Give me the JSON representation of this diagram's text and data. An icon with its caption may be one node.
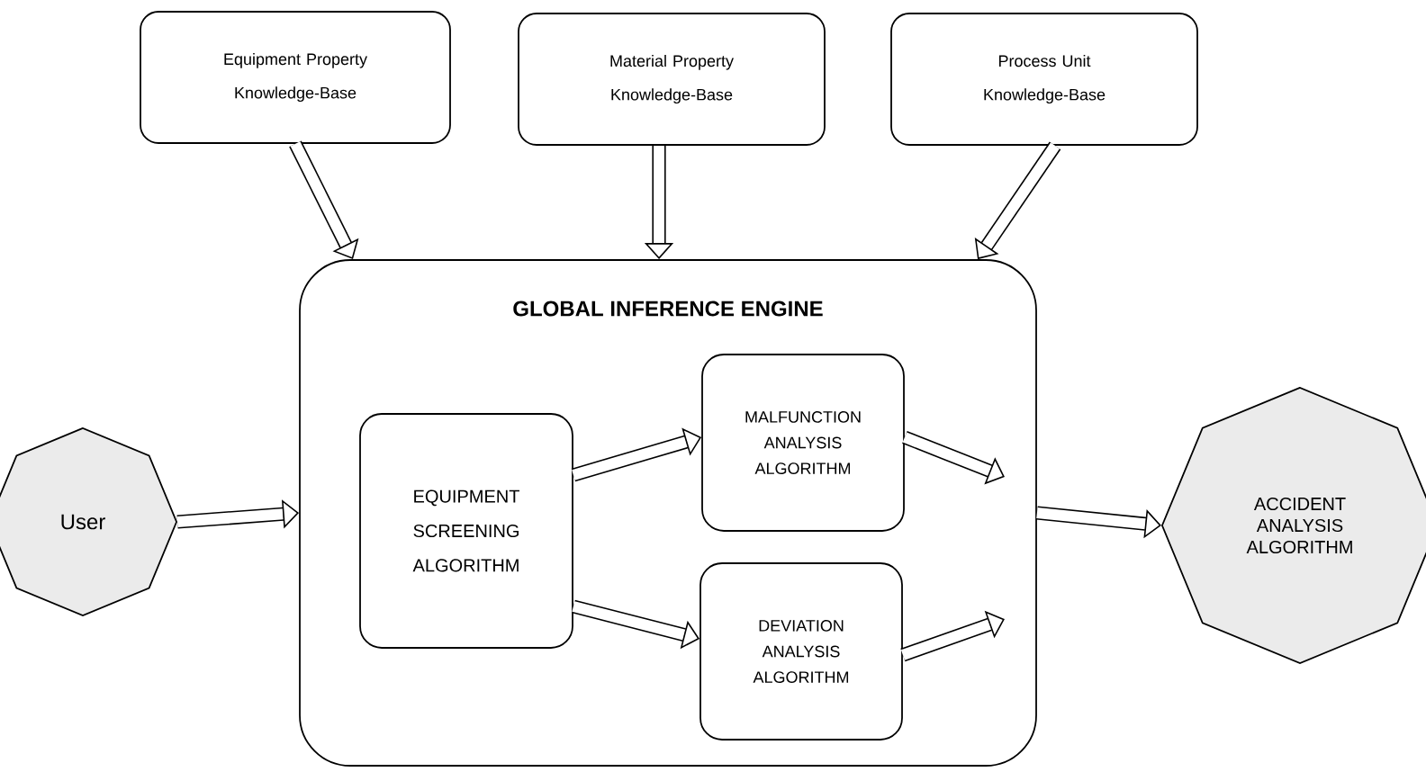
{
  "diagram": {
    "nodes": [
      {
        "text": [
          "Equipment Property Knowledge-Base"
        ]
      },
      {
        "text": [
          "Material Property Knowledge-Base"
        ]
      },
      {
        "text": [
          "Process Unit Knowledge-Base"
        ]
      },
      {
        "text": [
          "User"
        ]
      },
      {
        "text": [
          "GLOBAL INFERENCE ENGINE"
        ]
      },
      {
        "text": [
          "EQUIPMENT SCREENING ALGORITHM"
        ],
        "in": 4
      },
      {
        "text": [
          "MALFUNCTION ANALYSIS ALGORITHM"
        ],
        "in": 4
      },
      {
        "text": [
          "DEVIATION ANALYSIS ALGORITHM"
        ],
        "in": 4
      },
      {
        "text": [
          "ACCIDENT ANALYSIS ALGORITHM"
        ]
      }
    ],
    "edges": [
      {
        "from": 0,
        "to": 4,
        "arrow": "to"
      },
      {
        "from": 1,
        "to": 4,
        "arrow": "to"
      },
      {
        "from": 2,
        "to": 4,
        "arrow": "to"
      },
      {
        "from": 3,
        "to": 4,
        "arrow": "to"
      },
      {
        "from": 5,
        "to": 6,
        "arrow": "to"
      },
      {
        "from": 5,
        "to": 7,
        "arrow": "to"
      },
      {
        "from": 6,
        "to": null,
        "arrow": "to"
      },
      {
        "from": 7,
        "to": null,
        "arrow": "to"
      },
      {
        "from": 4,
        "to": 8,
        "arrow": "to"
      }
    ]
  }
}
